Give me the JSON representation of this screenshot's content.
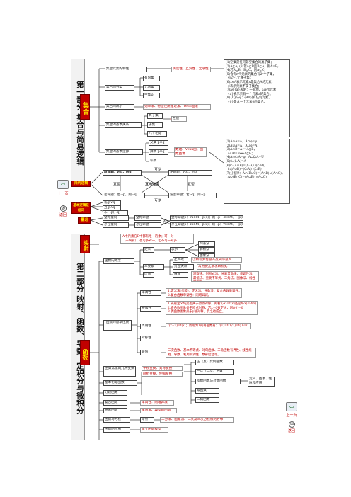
{
  "part1": {
    "title": "第一部分 集合与简易逻辑",
    "pill_set": "集合",
    "nav": {
      "prev": "上一页",
      "exit": "返回",
      "logic": "归纳逻辑",
      "logic2": "基本逻辑联结词",
      "quant": "量词"
    },
    "set_nodes": [
      "集合元素的特性",
      "集合的分类",
      "集合的表示",
      "集合的基本关系",
      "集合的基本运算"
    ],
    "set_props": "确定性、互异性、无序性",
    "set_kinds": [
      "有限集",
      "无限集",
      "空集φ"
    ],
    "set_repr": "列举法、特征性质描述法、Venn图法",
    "set_rel": [
      "真子集",
      "子集",
      "几个相等"
    ],
    "set_rel_note": "性质",
    "set_ops": [
      "交集 p∩q",
      "并集 p∪q",
      "补集"
    ],
    "set_ops_note": "数轴、Venn图、函数图像",
    "note_top": "(1)空集是任何非空集合的真子集；\n(2)A⊆A; (3)若A⊆B且B⊆A，则A=B;\n(4)若A⊆B，B⊆C，则A⊆C;\n(5)含有n个元素的集合有2ⁿ个子集，\n  有2ⁿ-1个真子集；\n(6)x∈A表示元素x是集合A的元素，\n  ∉表示元素不属于集合；\n(7)a∈{a}表明：一般地，a表示元素，\n  {a}表示只有一个元素a的集合；\n(8){0}与φ：φ中没有任何元素，\n  {0}是含一个元素0的集合。",
    "note_bot": "(1)A∩A=A，A∩φ=φ\n(2)A∪A=A，A∪φ=A\n(3)A∩B=A⟺A⊆B，\n  A∪B=B⟺A⊆B；\n(4)A∩∁ᵤA=φ，A∪∁ᵤA=U\n(5)∁ᵤ(∁ᵤA)=A\n(6)∁ᵤ(A∩B)=(∁ᵤA)∪(∁ᵤB)，\n  ∁ᵤ(A∪B)=(∁ᵤA)∩(∁ᵤB)\n(7)分配律：A∩(B∪C)=(A∩B)∪(A∩C)，\n  A∪(B∩C)=(A∪B)∩(A∪C)",
    "logic": {
      "orig": "原命题：若p，则q",
      "conv": "逆命题：若q，则p",
      "neg": "否命题：若¬p，则¬q",
      "contra": "逆否命题：若¬q，则¬p",
      "rel": [
        "互逆",
        "互否",
        "互为逆否",
        "互否",
        "互逆"
      ]
    },
    "connectives": [
      "或 p∨q",
      "且 p∧q",
      "非 ¬p(¬q)"
    ],
    "quantifiers": [
      "全称量词",
      "存在量词"
    ],
    "quant_props": [
      "全称命题",
      "存在命题"
    ],
    "quant_formula_1": "全称命题p：∀x∈M，p(x)；则¬p：∃x∈M，¬p(x)",
    "quant_formula_2": "存在命题p：∃x∈M，p(x)；则¬p：∀x∈M，¬p(x)",
    "quant_neg": "否定"
  },
  "part2": {
    "title": "第二部分 映射、函数、导数、定积分与微积分",
    "pill_map": "映射",
    "pill_func": "函数",
    "map_def": "A中元素在B中都有唯一的象；可一对一\n（一映射），也可多对一，但不可一对多",
    "map_def_box": [
      "定义",
      "表示",
      "列表法",
      "解析法",
      "图象法"
    ],
    "func_nodes": [
      "函数的概念",
      "函数的基本性质",
      "函数常见的几种变换",
      "基本初等函数",
      "分段函数",
      "复合函数",
      "抽象函数",
      "函数与方程",
      "函数的应用"
    ],
    "concept_sub": [
      "定义域",
      "对应关系",
      "值域"
    ],
    "concept_three": "三要素",
    "concept_note1": "①解析式有意义及实际意义",
    "concept_note2": "常用换元法求解析式",
    "concept_note3": "观察法、判别式法、分离常数法、单调性法、最值法、重要不等式、三角法、图像法、线性规划等",
    "domain_label": "区间",
    "props": [
      "单调性",
      "奇偶性",
      "周期性",
      "对称性",
      "最值"
    ],
    "props_notes": [
      "1.定义法(作差)：定义法、导数法；复合函数单调性；\n2.复合函数单调性：同增异减。",
      "1.先看定义域是否关于原点对称，再看f(-x)=f(x)还是f(-x)=-f(x)\n2.奇函数图象关于原点对称，若x=0有定义，则f(0)=0\n3.偶函数图象关于y轴对称，反之也成立。",
      "f(x+T)=f(x)；周期为T的奇函数有：f(T)=f(T/2)=f(0)=0",
      "",
      "二次函数、基本不等式、对勾函数、三角函数有界性、线性规划、导数、利用单调性、数形结合等。"
    ],
    "transforms": [
      "平移变换、对称变换",
      "翻折变换、伸缩变换"
    ],
    "elem_funcs": [
      "正（反）比例函数",
      "一次（二次）函数",
      "指数函数与对数函数",
      "幂函数",
      "三角函数"
    ],
    "elem_note": "定义、图象、性质和应用",
    "composite_note": "单调性：同增异减",
    "abstract_note": "赋值法、典型的函数",
    "zero_label": "零点",
    "zero_note": "二分法、图象法、二次及三次方程根的分布",
    "app_note": "建立函数模型",
    "nav": {
      "prev": "上一页",
      "exit": "返回"
    }
  }
}
